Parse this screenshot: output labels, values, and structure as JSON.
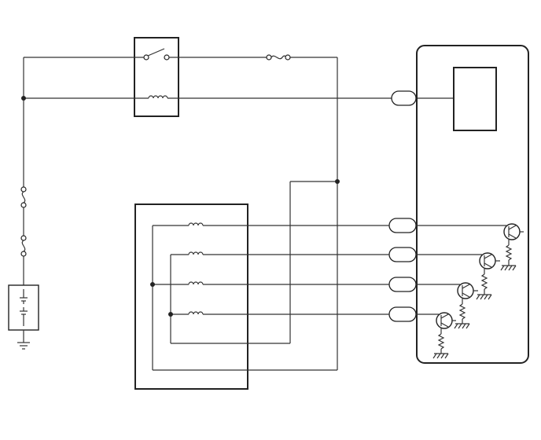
{
  "diagram": {
    "components": [
      {
        "id": "battery",
        "icon": "battery-icon"
      },
      {
        "id": "ground-main",
        "icon": "ground-icon"
      },
      {
        "id": "fuse-upper",
        "icon": "fuse-icon"
      },
      {
        "id": "fuse-lower",
        "icon": "fuse-icon"
      },
      {
        "id": "relay",
        "icon": "relay-icon"
      },
      {
        "id": "fuse-relay-output",
        "icon": "fuse-icon"
      },
      {
        "id": "coil-pack",
        "icon": "ignition-coil-icon"
      },
      {
        "id": "control-module",
        "icon": "ecu-icon"
      },
      {
        "id": "driver-transistors",
        "icon": "npn-transistor-icon",
        "count": 4
      },
      {
        "id": "module-connectors",
        "icon": "connector-icon",
        "count": 5
      }
    ]
  }
}
